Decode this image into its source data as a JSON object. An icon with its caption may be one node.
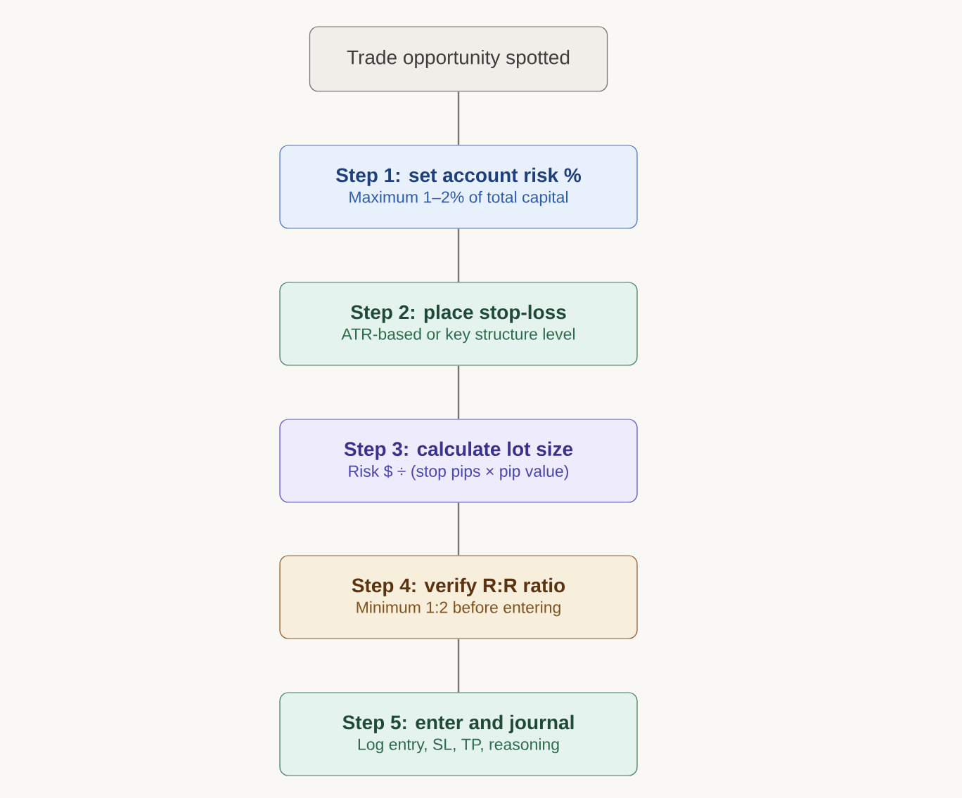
{
  "diagram": {
    "nodes": [
      {
        "text": [
          "Trade opportunity spotted"
        ]
      },
      {
        "text": [
          "Step 1: set account risk %",
          "Maximum 1–2% of total capital"
        ]
      },
      {
        "text": [
          "Step 2: place stop-loss",
          "ATR-based or key structure level"
        ]
      },
      {
        "text": [
          "Step 3: calculate lot size",
          "Risk $ ÷ (stop pips × pip value)"
        ]
      },
      {
        "text": [
          "Step 4: verify R:R ratio",
          "Minimum 1:2 before entering"
        ]
      },
      {
        "text": [
          "Step 5: enter and journal",
          "Log entry, SL, TP, reasoning"
        ]
      }
    ],
    "edges": [
      {
        "from": 0,
        "to": 1,
        "arrow": "none"
      },
      {
        "from": 1,
        "to": 2,
        "arrow": "none"
      },
      {
        "from": 2,
        "to": 3,
        "arrow": "none"
      },
      {
        "from": 3,
        "to": 4,
        "arrow": "none"
      },
      {
        "from": 4,
        "to": 5,
        "arrow": "none"
      }
    ]
  }
}
